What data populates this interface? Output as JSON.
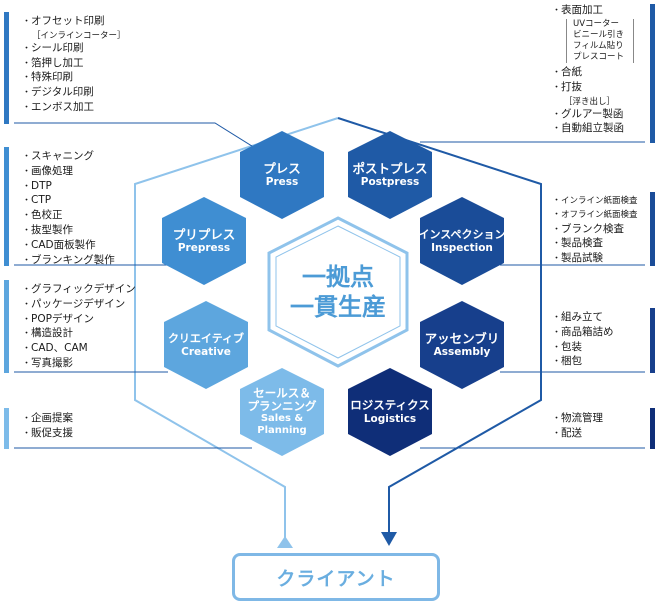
{
  "center": {
    "line1": "一拠点",
    "line2": "一貫生産"
  },
  "client": "クライアント",
  "hexes": {
    "press": {
      "jp": "プレス",
      "en": "Press"
    },
    "postpress": {
      "jp": "ポストプレス",
      "en": "Postpress"
    },
    "prepress": {
      "jp": "プリプレス",
      "en": "Prepress"
    },
    "inspection": {
      "jp": "インスペクション",
      "en": "Inspection"
    },
    "creative": {
      "jp": "クリエイティブ",
      "en": "Creative"
    },
    "assembly": {
      "jp": "アッセンブリ",
      "en": "Assembly"
    },
    "sales": {
      "jp1": "セールス＆",
      "jp2": "プランニング",
      "en1": "Sales &",
      "en2": "Planning"
    },
    "logistics": {
      "jp": "ロジスティクス",
      "en": "Logistics"
    }
  },
  "lists": {
    "press": [
      "オフセット印刷",
      "［インラインコーター］",
      "シール印刷",
      "箔押し加工",
      "特殊印刷",
      "デジタル印刷",
      "エンボス加工"
    ],
    "prepress": [
      "スキャニング",
      "画像処理",
      "DTP",
      "CTP",
      "色校正",
      "抜型製作",
      "CAD面板製作",
      "ブランキング製作"
    ],
    "creative": [
      "グラフィックデザイン",
      "パッケージデザイン",
      "POPデザイン",
      "構造設計",
      "CAD、CAM",
      "写真撮影"
    ],
    "sales": [
      "企画提案",
      "販促支援"
    ],
    "postpress_top": [
      "表面加工"
    ],
    "postpress_sub": [
      "UVコーター",
      "ビニール引き",
      "フィルム貼り",
      "プレスコート"
    ],
    "postpress_mid": [
      "合紙",
      "打抜"
    ],
    "postpress_note": "［浮き出し］",
    "postpress_bottom": [
      "グルアー製函",
      "自動組立製函"
    ],
    "inspection": [
      "インライン紙面検査",
      "オフライン紙面検査",
      "ブランク検査",
      "製品検査",
      "製品試験"
    ],
    "assembly": [
      "組み立て",
      "商品箱詰め",
      "包装",
      "梱包"
    ],
    "logistics": [
      "物流管理",
      "配送"
    ]
  },
  "colors": {
    "press": "#2f78c2",
    "postpress": "#1f5aa6",
    "prepress": "#3f8ed2",
    "inspection": "#1a4c98",
    "creative": "#5da6de",
    "assembly": "#173f8c",
    "sales": "#7dbbe9",
    "logistics": "#0f2e78",
    "outline_left": "#8fc3eb",
    "outline_right": "#1f5aa6"
  }
}
